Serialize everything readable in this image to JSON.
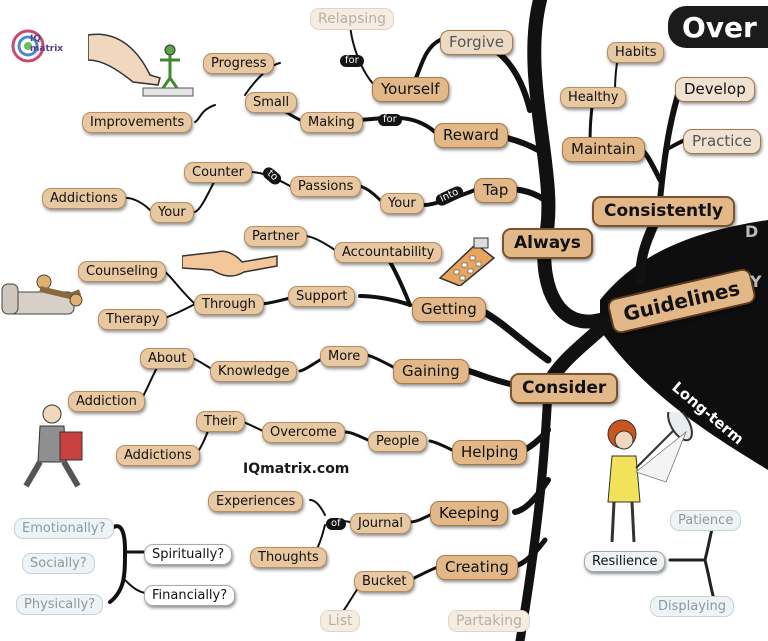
{
  "logo": {
    "line1": "IQ",
    "line2": "matrix"
  },
  "website": "IQmatrix.com",
  "title_partial": "Over",
  "center_node": "Guidelines",
  "long_term_label": "Long-term",
  "main_branches": {
    "always": "Always",
    "consider": "Consider",
    "consistently": "Consistently"
  },
  "always_branch": {
    "forgive": "Forgive",
    "yourself": "Yourself",
    "for_small": "for",
    "relapsing": "Relapsing",
    "reward": "Reward",
    "for_small2": "for",
    "making": "Making",
    "small": "Small",
    "progress": "Progress",
    "improvements": "Improvements",
    "tap": "Tap",
    "into": "into",
    "your1": "Your",
    "passions": "Passions",
    "to": "to",
    "counter": "Counter",
    "your2": "Your",
    "addictions": "Addictions"
  },
  "consider_branch": {
    "getting": "Getting",
    "accountability": "Accountability",
    "partner": "Partner",
    "support": "Support",
    "through": "Through",
    "counseling": "Counseling",
    "therapy": "Therapy",
    "gaining": "Gaining",
    "more": "More",
    "knowledge": "Knowledge",
    "about": "About",
    "addiction": "Addiction",
    "helping": "Helping",
    "people": "People",
    "overcome": "Overcome",
    "their": "Their",
    "addictions": "Addictions",
    "keeping": "Keeping",
    "journal": "Journal",
    "of": "of",
    "experiences": "Experiences",
    "thoughts": "Thoughts",
    "creating": "Creating",
    "bucket": "Bucket",
    "list": "List",
    "partaking": "Partaking"
  },
  "consistently_branch": {
    "maintain": "Maintain",
    "healthy": "Healthy",
    "habits": "Habits",
    "develop": "Develop",
    "practice": "Practice"
  },
  "lower_left": {
    "emotionally": "Emotionally?",
    "socially": "Socially?",
    "spiritually": "Spiritually?",
    "physically": "Physically?",
    "financially": "Financially?"
  },
  "lower_right": {
    "resilience": "Resilience",
    "patience": "Patience",
    "displaying": "Displaying"
  },
  "right_edge": {
    "d_partial": "D",
    "y_partial": "Y"
  }
}
